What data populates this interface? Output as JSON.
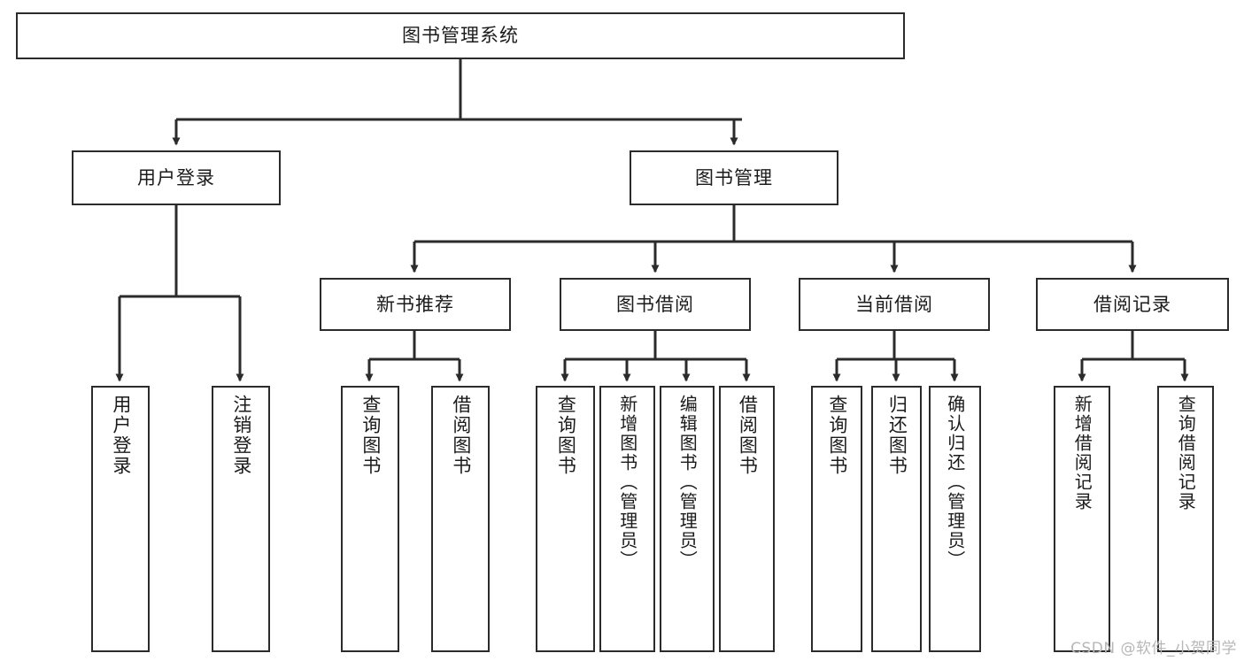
{
  "diagram": {
    "type": "tree",
    "title": "图书管理系统",
    "root": {
      "id": "root",
      "label": "图书管理系统"
    },
    "level2": [
      {
        "id": "user-login",
        "label": "用户登录"
      },
      {
        "id": "book-manage",
        "label": "图书管理"
      }
    ],
    "level3": [
      {
        "id": "new-book-recommend",
        "label": "新书推荐",
        "parent": "book-manage"
      },
      {
        "id": "book-borrow",
        "label": "图书借阅",
        "parent": "book-manage"
      },
      {
        "id": "current-borrow",
        "label": "当前借阅",
        "parent": "book-manage"
      },
      {
        "id": "borrow-record",
        "label": "借阅记录",
        "parent": "book-manage"
      }
    ],
    "leaves": {
      "user_login": [
        {
          "id": "leaf-user-login",
          "label": "用户登录"
        },
        {
          "id": "leaf-user-logout",
          "label": "注销登录"
        }
      ],
      "new_book_recommend": [
        {
          "id": "leaf-query-book-1",
          "label": "查询图书"
        },
        {
          "id": "leaf-borrow-book-1",
          "label": "借阅图书"
        }
      ],
      "book_borrow": [
        {
          "id": "leaf-query-book-2",
          "label": "查询图书"
        },
        {
          "id": "leaf-add-book",
          "label": "新增图书（管理员）"
        },
        {
          "id": "leaf-edit-book",
          "label": "编辑图书（管理员）"
        },
        {
          "id": "leaf-borrow-book-2",
          "label": "借阅图书"
        }
      ],
      "current_borrow": [
        {
          "id": "leaf-query-book-3",
          "label": "查询图书"
        },
        {
          "id": "leaf-return-book",
          "label": "归还图书"
        },
        {
          "id": "leaf-confirm-return",
          "label": "确认归还（管理员）"
        }
      ],
      "borrow_record": [
        {
          "id": "leaf-add-record",
          "label": "新增借阅记录"
        },
        {
          "id": "leaf-query-record",
          "label": "查询借阅记录"
        }
      ]
    }
  },
  "watermark": {
    "text": "CSDN @软件_小贺同学"
  },
  "colors": {
    "stroke": "#2b2b2b",
    "fill": "#ffffff",
    "text": "#1b1b1b",
    "watermark": "#b7b7b7"
  }
}
